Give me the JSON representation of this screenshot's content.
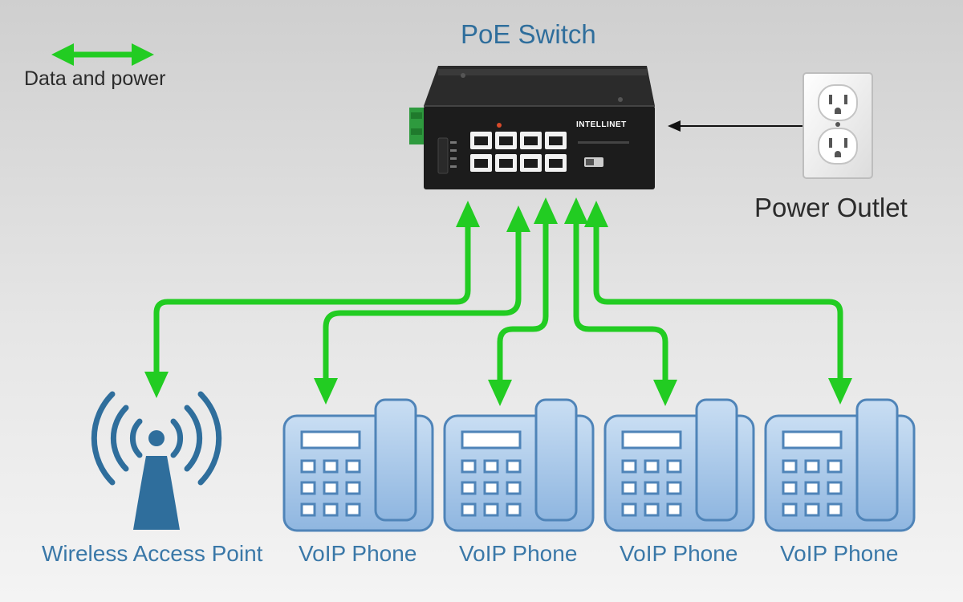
{
  "legend": {
    "label": "Data and power",
    "arrow_color": "#22cc22"
  },
  "switch": {
    "title": "PoE Switch",
    "brand": "INTELLINET",
    "port_count": 8
  },
  "outlet": {
    "label": "Power Outlet"
  },
  "devices": [
    {
      "label": "Wireless Access Point",
      "icon": "wireless-access-point-icon"
    },
    {
      "label": "VoIP Phone",
      "icon": "voip-phone-icon"
    },
    {
      "label": "VoIP Phone",
      "icon": "voip-phone-icon"
    },
    {
      "label": "VoIP Phone",
      "icon": "voip-phone-icon"
    },
    {
      "label": "VoIP Phone",
      "icon": "voip-phone-icon"
    }
  ],
  "colors": {
    "link": "#22cc22",
    "device_blue": "#2f6e9c",
    "phone_fill": "#a8c8ea",
    "switch_body": "#1c1c1c"
  }
}
